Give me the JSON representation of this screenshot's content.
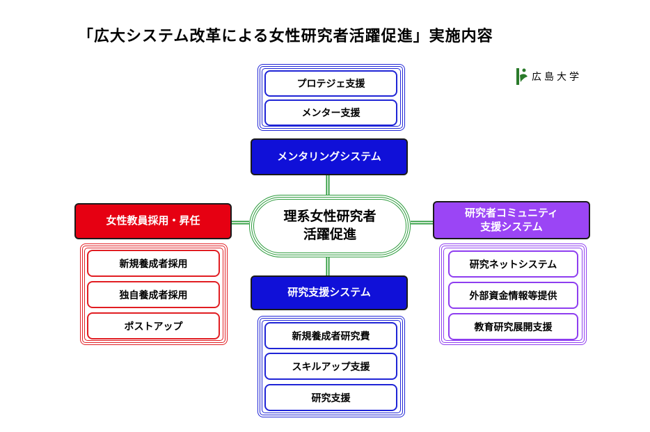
{
  "title": "「広大システム改革による女性研究者活躍促進」実施内容",
  "logo": {
    "text": "広島大学",
    "icon": "hiroshima-university-mark"
  },
  "center": {
    "line1": "理系女性研究者",
    "line2": "活躍促進"
  },
  "mentoring": {
    "header": "メンタリングシステム",
    "items": [
      "プロテジェ支援",
      "メンター支援"
    ]
  },
  "hiring": {
    "header": "女性教員採用・昇任",
    "items": [
      "新規養成者採用",
      "独自養成者採用",
      "ポストアップ"
    ]
  },
  "community": {
    "header_line1": "研究者コミュニティ",
    "header_line2": "支援システム",
    "items": [
      "研究ネットシステム",
      "外部資金情報等提供",
      "教育研究展開支援"
    ]
  },
  "research": {
    "header": "研究支援システム",
    "items": [
      "新規養成者研究費",
      "スキルアップ支援",
      "研究支援"
    ]
  },
  "colors": {
    "blue": "#1010d8",
    "red": "#e60012",
    "purple": "#9b45f5",
    "green": "#2a9a3a"
  }
}
